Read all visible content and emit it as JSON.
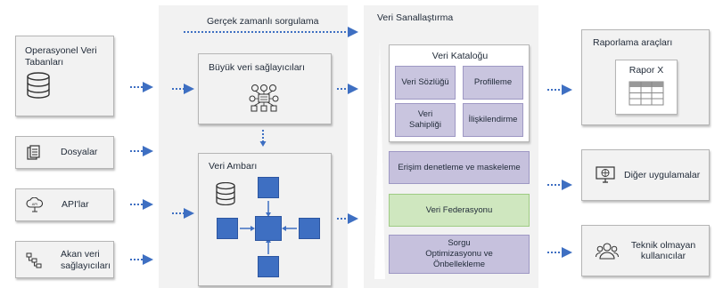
{
  "sources": {
    "operational_db": "Operasyonel Veri Tabanları",
    "files": "Dosyalar",
    "apis": "API'lar",
    "api_icon_text": "API",
    "streaming": "Akan veri sağlayıcıları"
  },
  "middle": {
    "realtime_query": "Gerçek zamanlı sorgulama",
    "big_data": "Büyük veri sağlayıcıları",
    "warehouse": "Veri Ambarı"
  },
  "virtualization": {
    "title": "Veri Sanallaştırma",
    "catalog": {
      "title": "Veri Kataloğu",
      "items": [
        "Veri Sözlüğü",
        "Profilleme",
        "Veri Sahipliği",
        "İlişkilendirme"
      ]
    },
    "access_control": "Erişim denetleme ve maskeleme",
    "federation": "Veri Federasyonu",
    "query_opt": "Sorgu Optimizasyonu ve Önbellekleme"
  },
  "outputs": {
    "reporting_tools": "Raporlama araçları",
    "report_x": "Rapor X",
    "other_apps": "Diğer uygulamalar",
    "non_technical": "Teknik olmayan kullanıcılar"
  },
  "colors": {
    "arrow": "#3e6fc2",
    "panel": "#f2f2f2",
    "catalog_item": "#c9c5df",
    "federation": "#cfe7bf",
    "node": "#3e6fc2"
  }
}
